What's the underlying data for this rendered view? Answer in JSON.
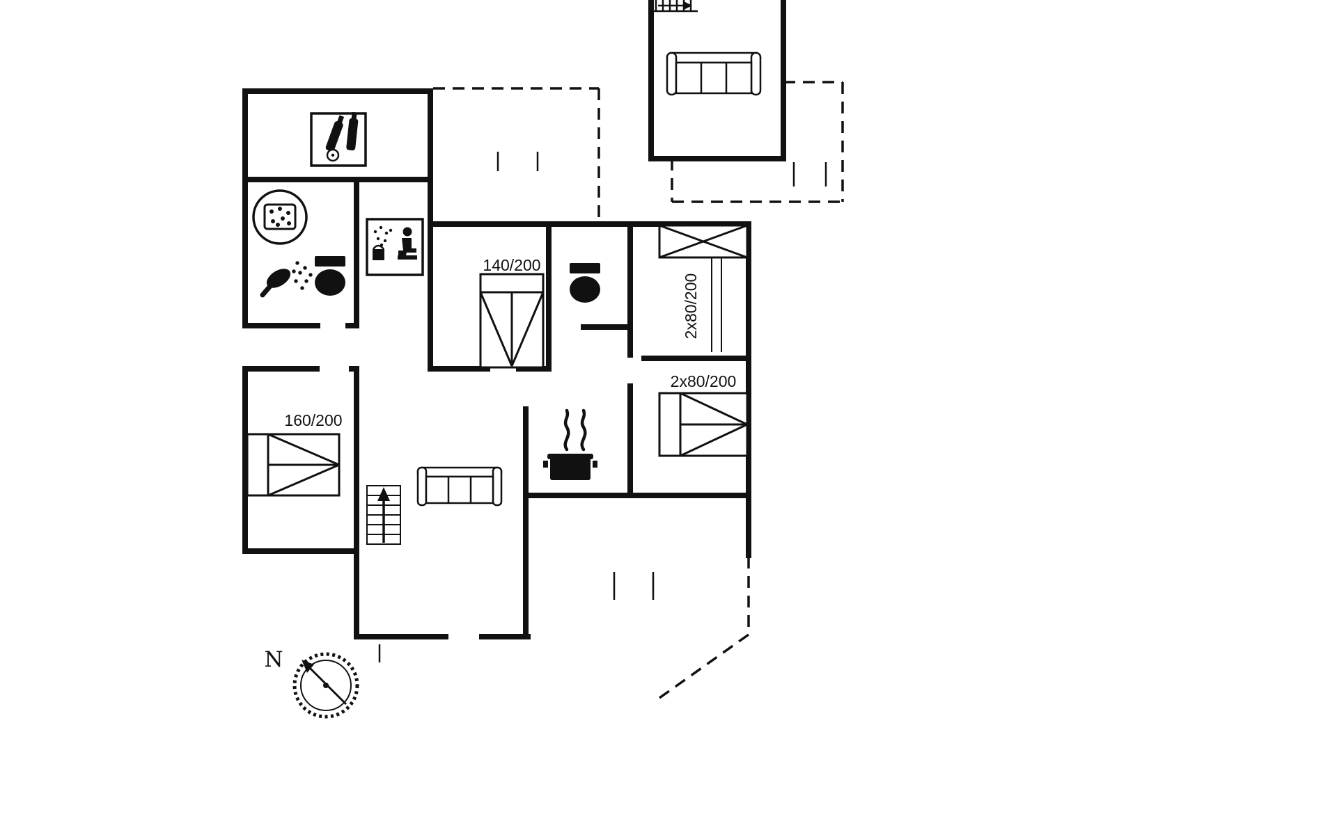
{
  "colors": {
    "line": "#111111",
    "background": "#ffffff"
  },
  "plan": {
    "type": "floor-plan",
    "labels": {
      "bed_140": "140/200",
      "bed_2x80_upper": "2x80/200",
      "bed_2x80_lower": "2x80/200",
      "bed_160": "160/200",
      "north": "N"
    },
    "icons": [
      "bottle-rack-icon",
      "washing-machine-icon",
      "shower-icon",
      "toilet-icon",
      "sauna-icon",
      "toilet-icon",
      "double-bed-icon",
      "twin-bed-icon",
      "twin-bed-icon",
      "double-bed-icon",
      "sofa-icon",
      "sofa-icon",
      "stove-pot-icon",
      "stairs-up-icon",
      "stairs-icon",
      "compass-rose-icon"
    ]
  }
}
